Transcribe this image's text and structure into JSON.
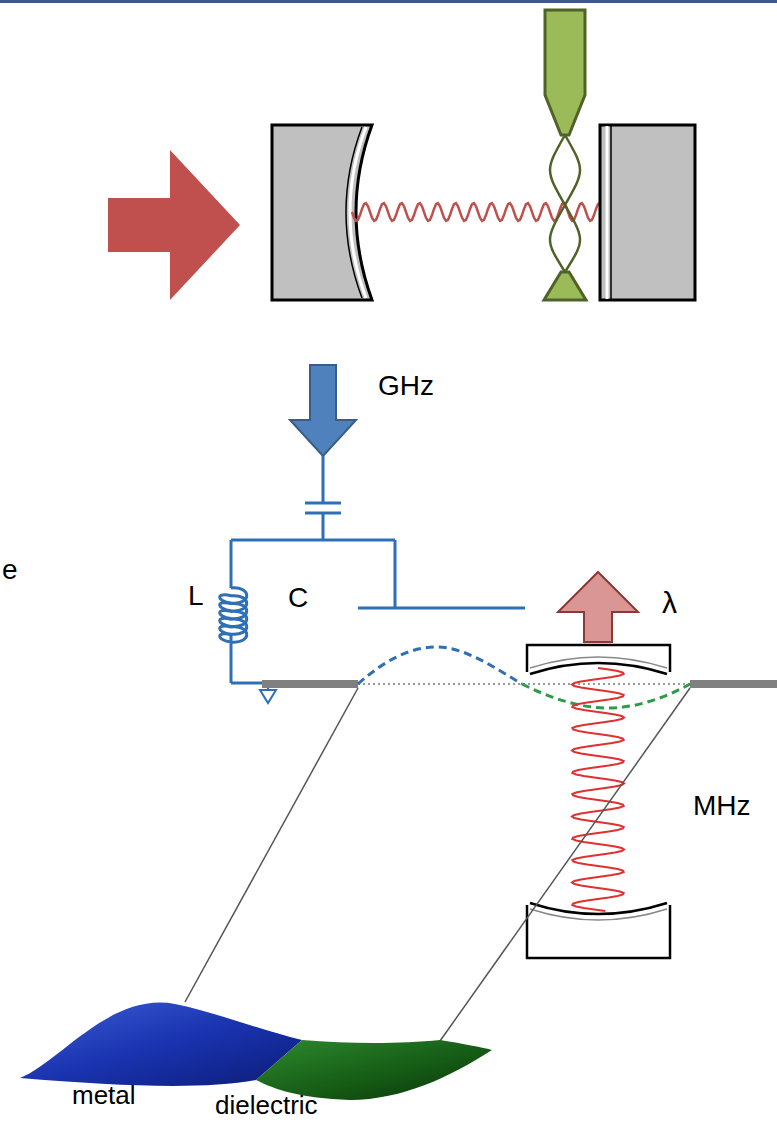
{
  "diagram": {
    "labels": [
      "e",
      "GHz",
      "λ",
      "L",
      "C",
      "MHz",
      "metal",
      "dielectric"
    ]
  }
}
